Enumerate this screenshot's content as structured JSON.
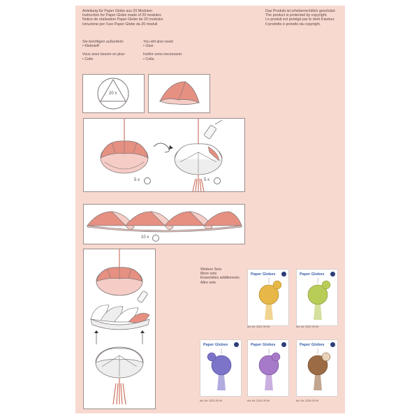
{
  "header": {
    "lines": [
      "Anleitung für Paper Globe aus 20 Modulen",
      "Instruction for Paper Globe made of 20 modules",
      "Notice de réalisation Paper Globe de 20 modules",
      "Istruzione per l'uso Paper Globe da 20 moduli"
    ]
  },
  "copyright": {
    "lines": [
      "Das Produkt ist urheberrechtlich geschützt.",
      "The product is protected by copyright.",
      "Le produit est protégé par le droit d'auteur.",
      "Il prodotto è protetto da copyright."
    ]
  },
  "needs": {
    "de_title": "Sie benötigen außerdem:",
    "de_item": "• Klebstoff",
    "fr_title": "Vous avez besoin en plus:",
    "fr_item": "• Colle",
    "en_title": "You will also need:",
    "en_item": "• Glue",
    "it_title": "Inoltre sono necessarie:",
    "it_item": "• Colla"
  },
  "steps": {
    "module_count": "20 x",
    "step2_left_count": "5 x",
    "step2_right_count": "5 x",
    "step3_count": "10 x"
  },
  "more_sets": {
    "lines": [
      "Weitere Sets",
      "More sets",
      "Ensembles additionnels",
      "Altre sets"
    ],
    "products": [
      {
        "brand": "Paper Globes",
        "art_no": "Art.-Nr. 2221 00 00",
        "color": "#e7b847"
      },
      {
        "brand": "Paper Globes",
        "art_no": "Art.-Nr. 2222 00 00",
        "color": "#b8cc58"
      },
      {
        "brand": "Paper Globes",
        "art_no": "Art.-Nr. 2223 00 00",
        "color": "#7b74c9"
      },
      {
        "brand": "Paper Globes",
        "art_no": "Art.-Nr. 2224 00 00",
        "color": "#a779c9"
      },
      {
        "brand": "Paper Globes",
        "art_no": "Art.-Nr. 2225 00 00",
        "color": "#9a6b45"
      }
    ]
  },
  "colors": {
    "background": "#f8d9d0",
    "module_coral": "#e69082",
    "module_pale": "#f5cdc6",
    "module_white": "#eeeeee",
    "outline": "#7f7777",
    "tassel": "#c45b47"
  }
}
